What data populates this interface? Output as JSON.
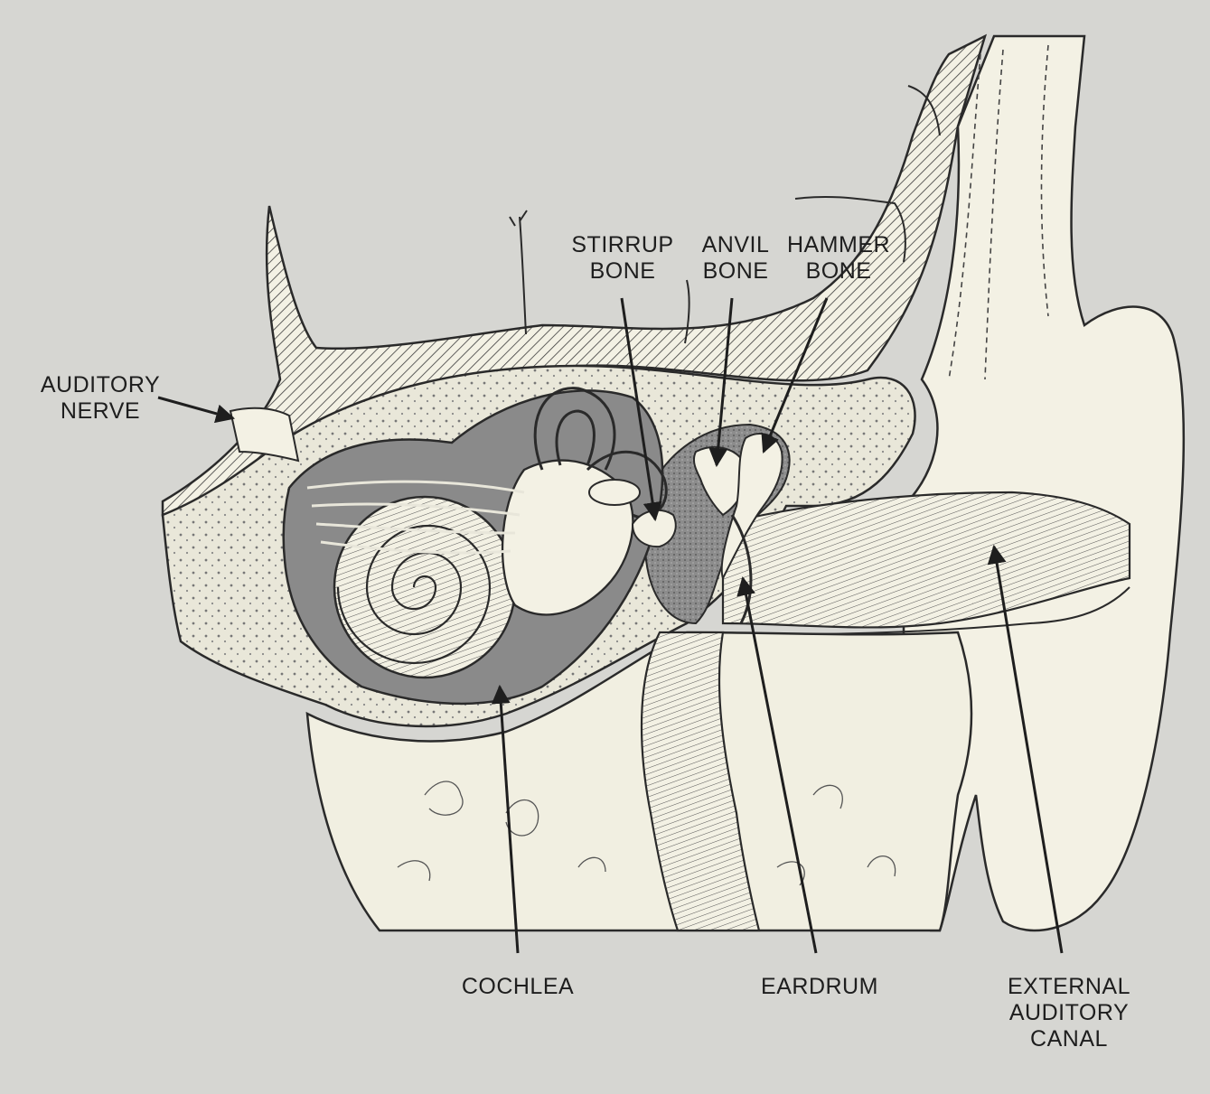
{
  "colors": {
    "background": "#d6d6d2",
    "tissue": "#f3f1e4",
    "cavity": "#7a7a7a",
    "ink": "#2a2a2a"
  },
  "labels": {
    "auditory_nerve": [
      "AUDITORY",
      "NERVE"
    ],
    "stirrup_bone": [
      "STIRRUP",
      "BONE"
    ],
    "anvil_bone": [
      "ANVIL",
      "BONE"
    ],
    "hammer_bone": [
      "HAMMER",
      "BONE"
    ],
    "cochlea": [
      "COCHLEA"
    ],
    "eardrum": [
      "EARDRUM"
    ],
    "external_auditory_canal": [
      "EXTERNAL",
      "AUDITORY",
      "CANAL"
    ]
  }
}
